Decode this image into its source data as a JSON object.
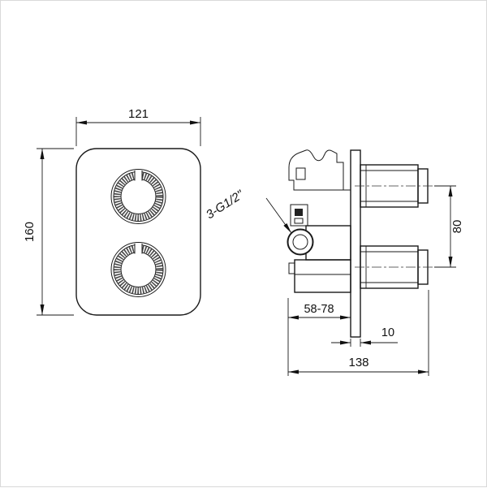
{
  "front_view": {
    "width_dim": "121",
    "height_dim": "160"
  },
  "side_view": {
    "spacing_dim": "80",
    "depth_range_dim": "58-78",
    "plate_thickness_dim": "10",
    "total_depth_dim": "138",
    "thread_label": "3-G1/2\""
  }
}
